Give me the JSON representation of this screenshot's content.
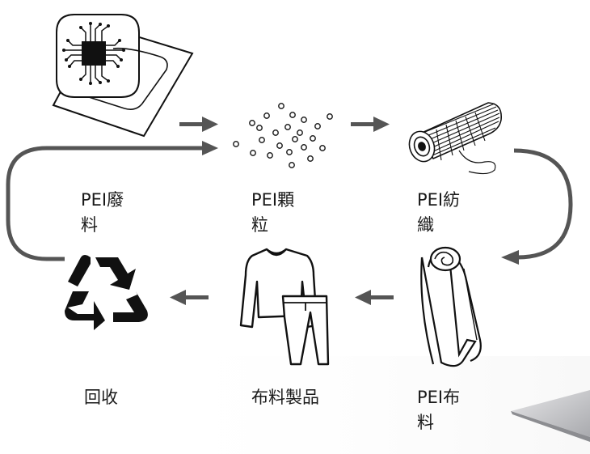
{
  "labels": {
    "waste": {
      "line1": "PEI廢",
      "line2": "料"
    },
    "pellets": {
      "line1": "PEI顆",
      "line2": "粒"
    },
    "spinning": {
      "line1": "PEI紡",
      "line2": "織"
    },
    "fabric": {
      "line1": "PEI布",
      "line2": "料"
    },
    "products": {
      "line1": "布料製品"
    },
    "recycle": {
      "line1": "回收"
    }
  },
  "colors": {
    "arrow": "#555555",
    "ink": "#111111",
    "background": "#ffffff"
  },
  "icons": [
    "circuit-board-icon",
    "pellets-icon",
    "thread-spool-icon",
    "fabric-roll-icon",
    "clothing-icon",
    "recycle-icon"
  ]
}
